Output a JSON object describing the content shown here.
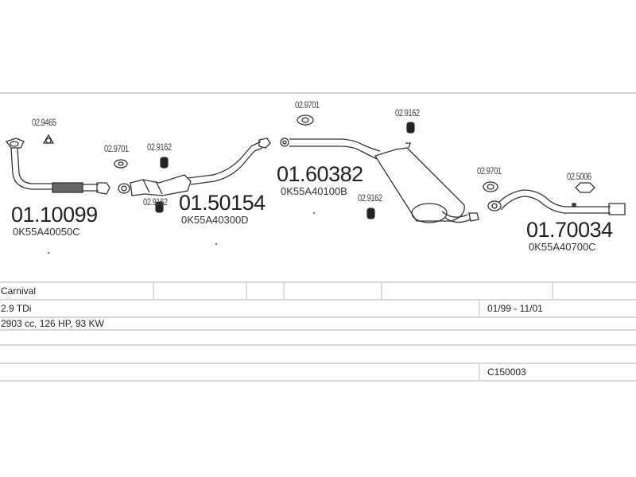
{
  "parts": [
    {
      "part_number": "01.10099",
      "oe_number": "0K55A40050C",
      "accessories": [
        "02.9465"
      ]
    },
    {
      "part_number": "01.50154",
      "oe_number": "0K55A40300D",
      "accessories": [
        "02.9701",
        "02.9162",
        "02.9162"
      ]
    },
    {
      "part_number": "01.60382",
      "oe_number": "0K55A40100B",
      "accessories": [
        "02.9701",
        "02.9162",
        "02.9162"
      ]
    },
    {
      "part_number": "01.70034",
      "oe_number": "0K55A40700C",
      "accessories": [
        "02.9701",
        "02.5006"
      ]
    }
  ],
  "vehicle": {
    "model": "Carnival",
    "engine": "2.9 TDi",
    "production": "01/99 - 11/01",
    "specs": "2903 cc, 126 HP, 93 KW",
    "system_code": "C150003"
  },
  "colors": {
    "line": "#333333",
    "rule": "#d4d4d4",
    "text": "#222222"
  }
}
